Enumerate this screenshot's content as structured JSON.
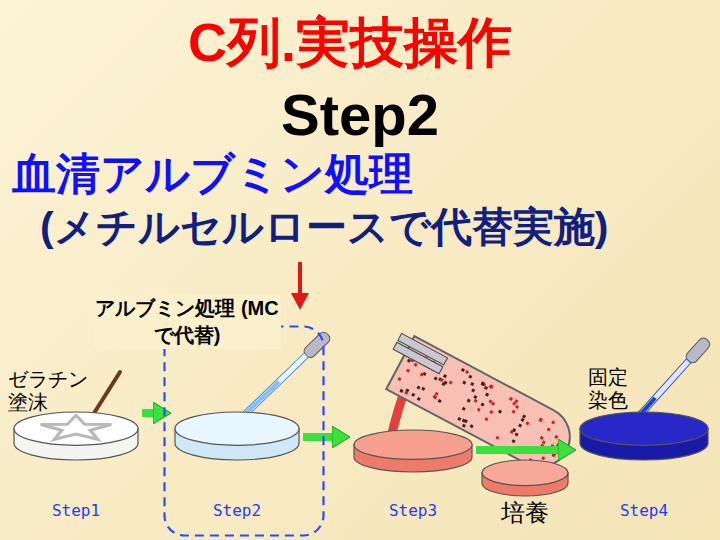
{
  "diagram": {
    "title": "C列.実技操作",
    "nodes": [
      {
        "text": [
          "Step1"
        ]
      },
      {
        "text": [
          "アルブミン処理 (MCで代替)"
        ]
      },
      {
        "text": [
          "Step2"
        ],
        "in": 1
      },
      {
        "text": [
          "Step3"
        ]
      },
      {
        "text": [
          "培養"
        ]
      },
      {
        "text": [
          "Step4"
        ]
      }
    ],
    "edges": [
      {
        "from": 0,
        "to": 2,
        "arrow": "to"
      },
      {
        "from": 2,
        "to": 3,
        "arrow": "to"
      },
      {
        "from": 3,
        "to": 5,
        "arrow": "to"
      }
    ],
    "labels": [
      "Step2",
      "血清アルブミン処理",
      "(メチルセルロースで代替実施)",
      "ゼラチン 塗沫",
      "固定 染色"
    ]
  }
}
